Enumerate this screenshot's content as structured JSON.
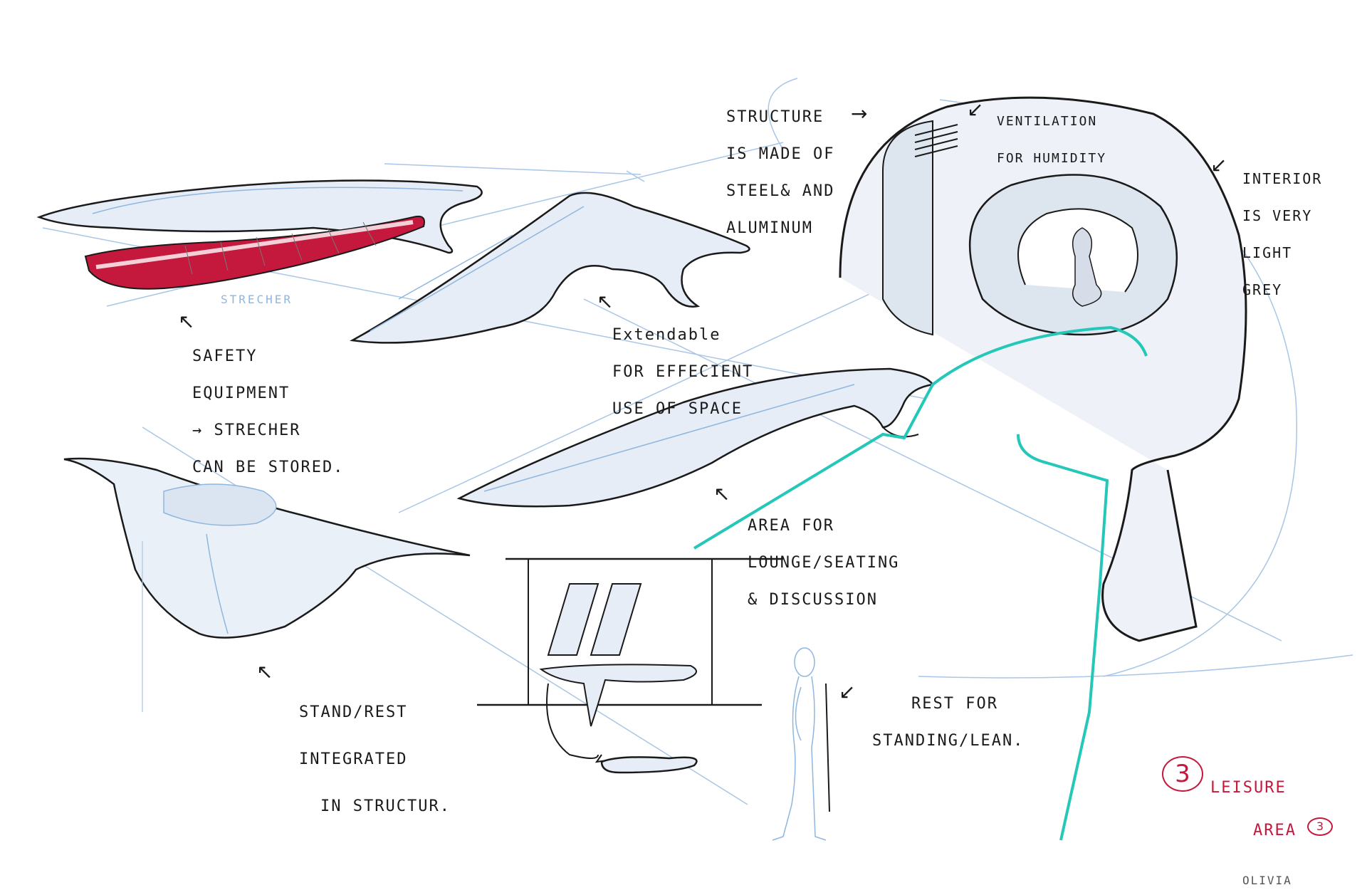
{
  "notes": {
    "safety": {
      "lines": [
        "SAFETY",
        "EQUIPMENT",
        "→ STRECHER",
        "CAN BE STORED."
      ]
    },
    "stretcher_label": "STRECHER",
    "extendable": {
      "lines": [
        "Extendable",
        "FOR EFFECIENT",
        "USE OF SPACE"
      ]
    },
    "structure": {
      "lines": [
        "STRUCTURE",
        "IS MADE OF",
        "STEEL& AND",
        "ALUMINUM"
      ]
    },
    "ventilation": {
      "lines": [
        "VENTILATION",
        "FOR HUMIDITY"
      ]
    },
    "interior": {
      "lines": [
        "INTERIOR",
        "IS VERY",
        "LIGHT",
        "GREY"
      ]
    },
    "lounge": {
      "lines": [
        "AREA FOR",
        "LOUNGE/SEATING",
        "& DISCUSSION"
      ]
    },
    "stand": {
      "lines": [
        "STAND/REST",
        "INTEGRATED",
        "IN STRUCTUR."
      ]
    },
    "rest": {
      "lines": [
        "REST FOR",
        "STANDING/LEAN."
      ]
    },
    "leisure": {
      "number": "3",
      "lines": [
        "LEISURE",
        "AREA"
      ]
    },
    "page_mark": "3",
    "signature": "OLIVIA"
  },
  "colors": {
    "ink": "#1a1a1a",
    "pencil_blue": "#8fb6df",
    "marker_grey": "#dde5ef",
    "teal": "#24c7b8",
    "red": "#c4183c"
  }
}
